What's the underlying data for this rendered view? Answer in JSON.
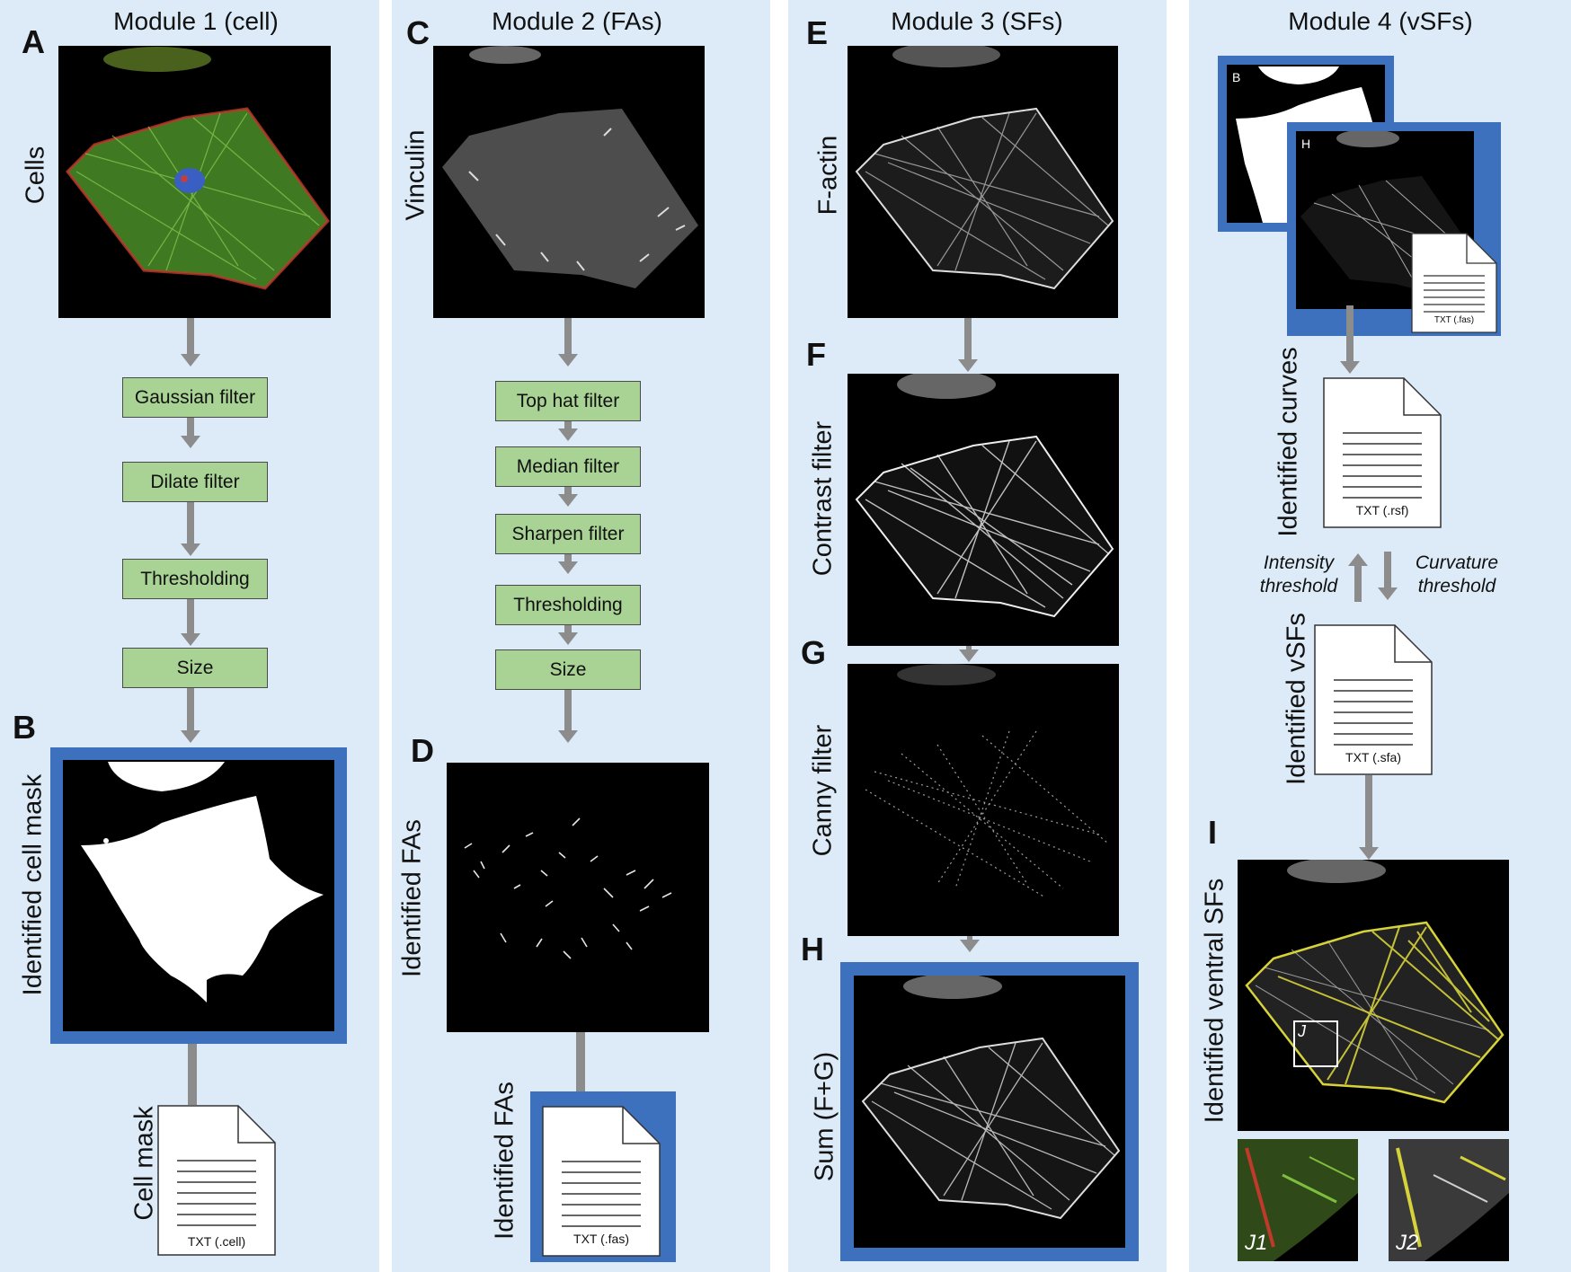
{
  "modules": [
    {
      "title": "Module 1 (cell)"
    },
    {
      "title": "Module 2 (FAs)"
    },
    {
      "title": "Module 3 (SFs)"
    },
    {
      "title": "Module 4 (vSFs)"
    }
  ],
  "panel_letters": {
    "A": "A",
    "B": "B",
    "C": "C",
    "D": "D",
    "E": "E",
    "F": "F",
    "G": "G",
    "H": "H",
    "I": "I"
  },
  "module1": {
    "image_label": "Cells",
    "steps": [
      "Gaussian filter",
      "Dilate filter",
      "Thresholding",
      "Size"
    ],
    "mask_label": "Identified cell mask",
    "doc_label": "Cell mask",
    "doc_caption": "TXT (.cell)"
  },
  "module2": {
    "image_label": "Vinculin",
    "steps": [
      "Top hat filter",
      "Median filter",
      "Sharpen filter",
      "Thresholding",
      "Size"
    ],
    "result_label": "Identified FAs",
    "doc_label": "Identified FAs",
    "doc_caption": "TXT (.fas)"
  },
  "module3": {
    "image_e_label": "F-actin",
    "image_f_label": "Contrast filter",
    "image_g_label": "Canny filter",
    "image_h_label": "Sum (F+G)"
  },
  "module4": {
    "inset_b_tag": "B",
    "inset_h_tag": "H",
    "inset_doc_caption": "TXT (.fas)",
    "curves_label": "Identified curves",
    "curves_caption": "TXT (.rsf)",
    "intensity_label": "Intensity threshold",
    "curvature_label": "Curvature threshold",
    "vsfs_label": "Identified vSFs",
    "vsfs_caption": "TXT (.sfa)",
    "ventral_label": "Identified ventral SFs",
    "roi_tag": "J",
    "j1": "J1",
    "j2": "J2"
  },
  "colors": {
    "background": "#dcebf7",
    "process_box": "#a9d395",
    "result_frame": "#3e71bd",
    "arrow": "#8c8c8c"
  }
}
